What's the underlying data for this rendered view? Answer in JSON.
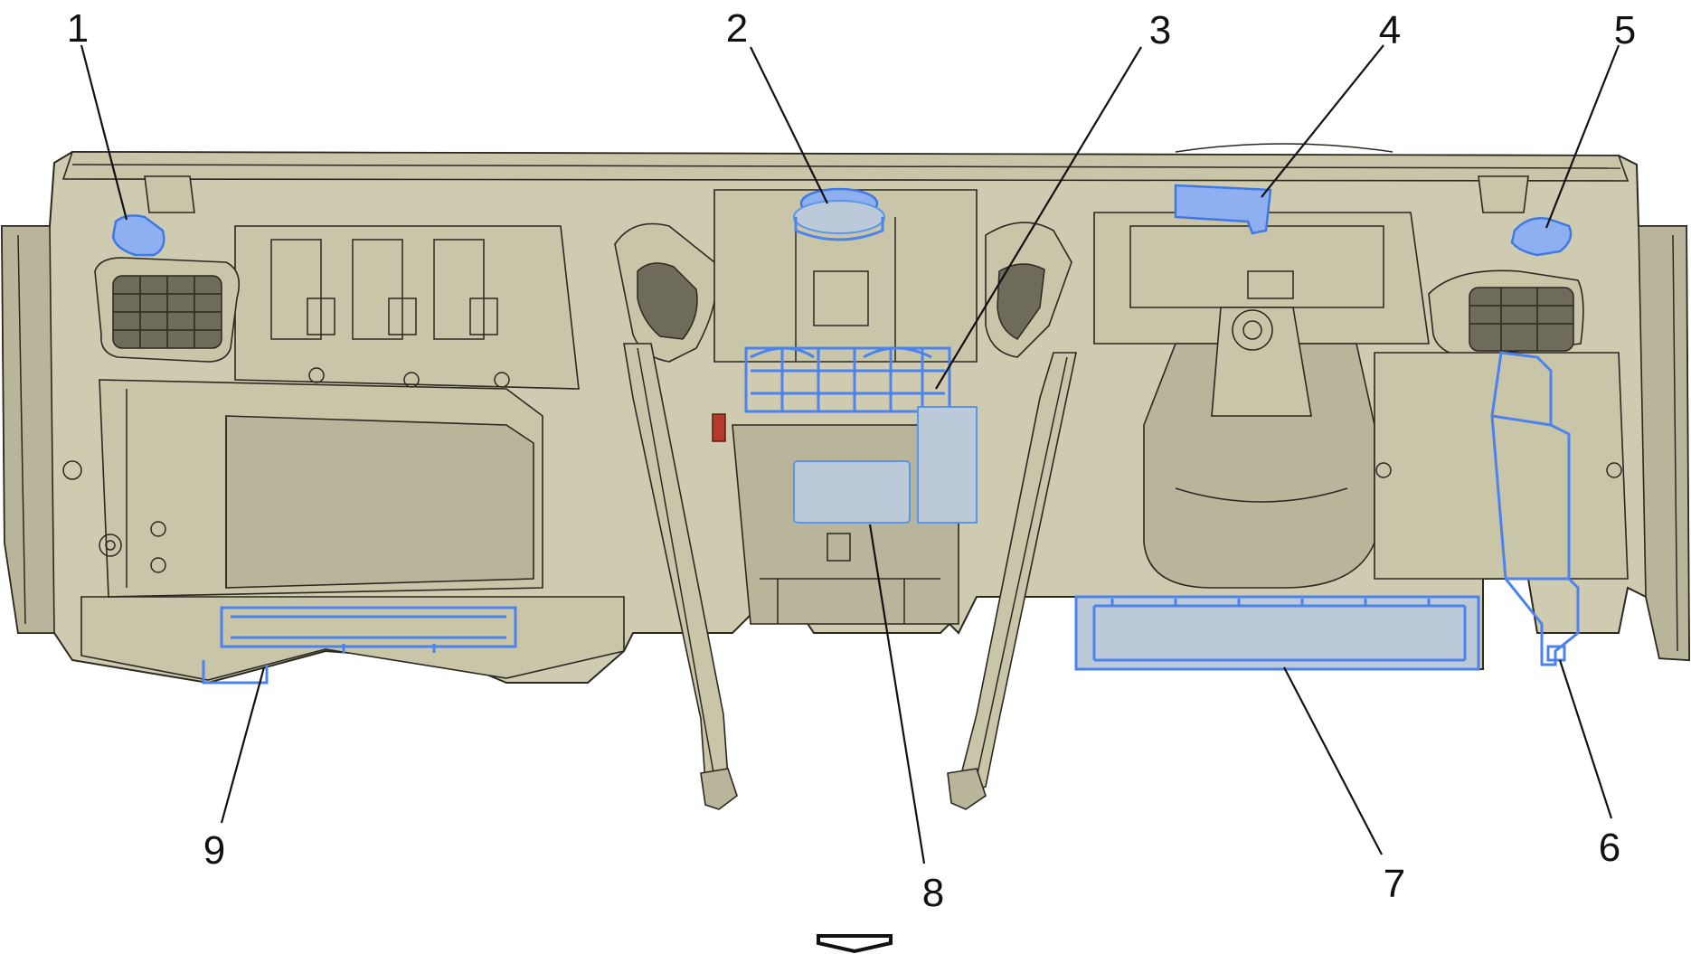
{
  "callouts": [
    {
      "id": "1",
      "label": "1"
    },
    {
      "id": "2",
      "label": "2"
    },
    {
      "id": "3",
      "label": "3"
    },
    {
      "id": "4",
      "label": "4"
    },
    {
      "id": "5",
      "label": "5"
    },
    {
      "id": "6",
      "label": "6"
    },
    {
      "id": "7",
      "label": "7"
    },
    {
      "id": "8",
      "label": "8"
    },
    {
      "id": "9",
      "label": "9"
    }
  ],
  "colors": {
    "structure": "#cfcbb0",
    "outline": "#2a2820",
    "highlight": "#4a82ee",
    "connector_red": "#b33a2c"
  },
  "icons": {
    "direction_arrow": "down-arrow-icon"
  }
}
